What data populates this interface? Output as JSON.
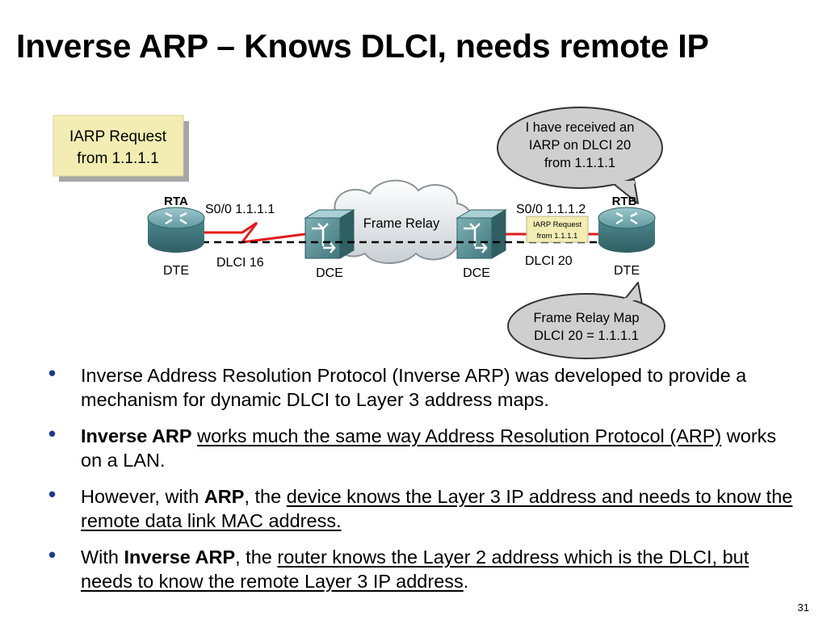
{
  "title": "Inverse ARP – Knows DLCI, needs remote IP",
  "diagram": {
    "iarp_box": {
      "line1": "IARP Request",
      "line2": "from 1.1.1.1"
    },
    "bubble_top": {
      "line1": "I have received an",
      "line2": "IARP on DLCI 20",
      "line3": "from 1.1.1.1"
    },
    "bubble_bottom": {
      "line1": "Frame Relay Map",
      "line2": "DLCI 20 = 1.1.1.1"
    },
    "rta": {
      "name": "RTA",
      "iface": "S0/0 1.1.1.1",
      "dlci": "DLCI 16",
      "role": "DTE"
    },
    "rtb": {
      "name": "RTB",
      "iface": "S0/0 1.1.1.2",
      "dlci": "DLCI 20",
      "role": "DTE"
    },
    "cloud": "Frame Relay",
    "dce_left": "DCE",
    "dce_right": "DCE",
    "packet": {
      "line1": "IARP Request",
      "line2": "from 1.1.1.1"
    }
  },
  "bullets": [
    {
      "text": "Inverse Address Resolution Protocol (Inverse ARP) was developed to provide a mechanism for dynamic DLCI to Layer 3 address maps."
    },
    {
      "bold": "Inverse ARP",
      "underlined": "works much the same way Address Resolution Protocol (ARP)",
      "rest": " works on a LAN."
    },
    {
      "pre": "However, with ",
      "bold": "ARP",
      "mid": ", the ",
      "underlined": "device knows the Layer 3 IP address and needs to know the remote data link MAC address."
    },
    {
      "pre": "With ",
      "bold": "Inverse ARP",
      "mid": ", the ",
      "underlined": "router knows the Layer 2 address which is the DLCI, but needs to know the remote Layer 3 IP address",
      "end": "."
    }
  ],
  "page_number": "31",
  "colors": {
    "accent_red": "#e21b1b",
    "bullet_blue": "#1e3c8c",
    "router_teal": "#4e8a90",
    "note_yellow": "#f3edb4"
  }
}
